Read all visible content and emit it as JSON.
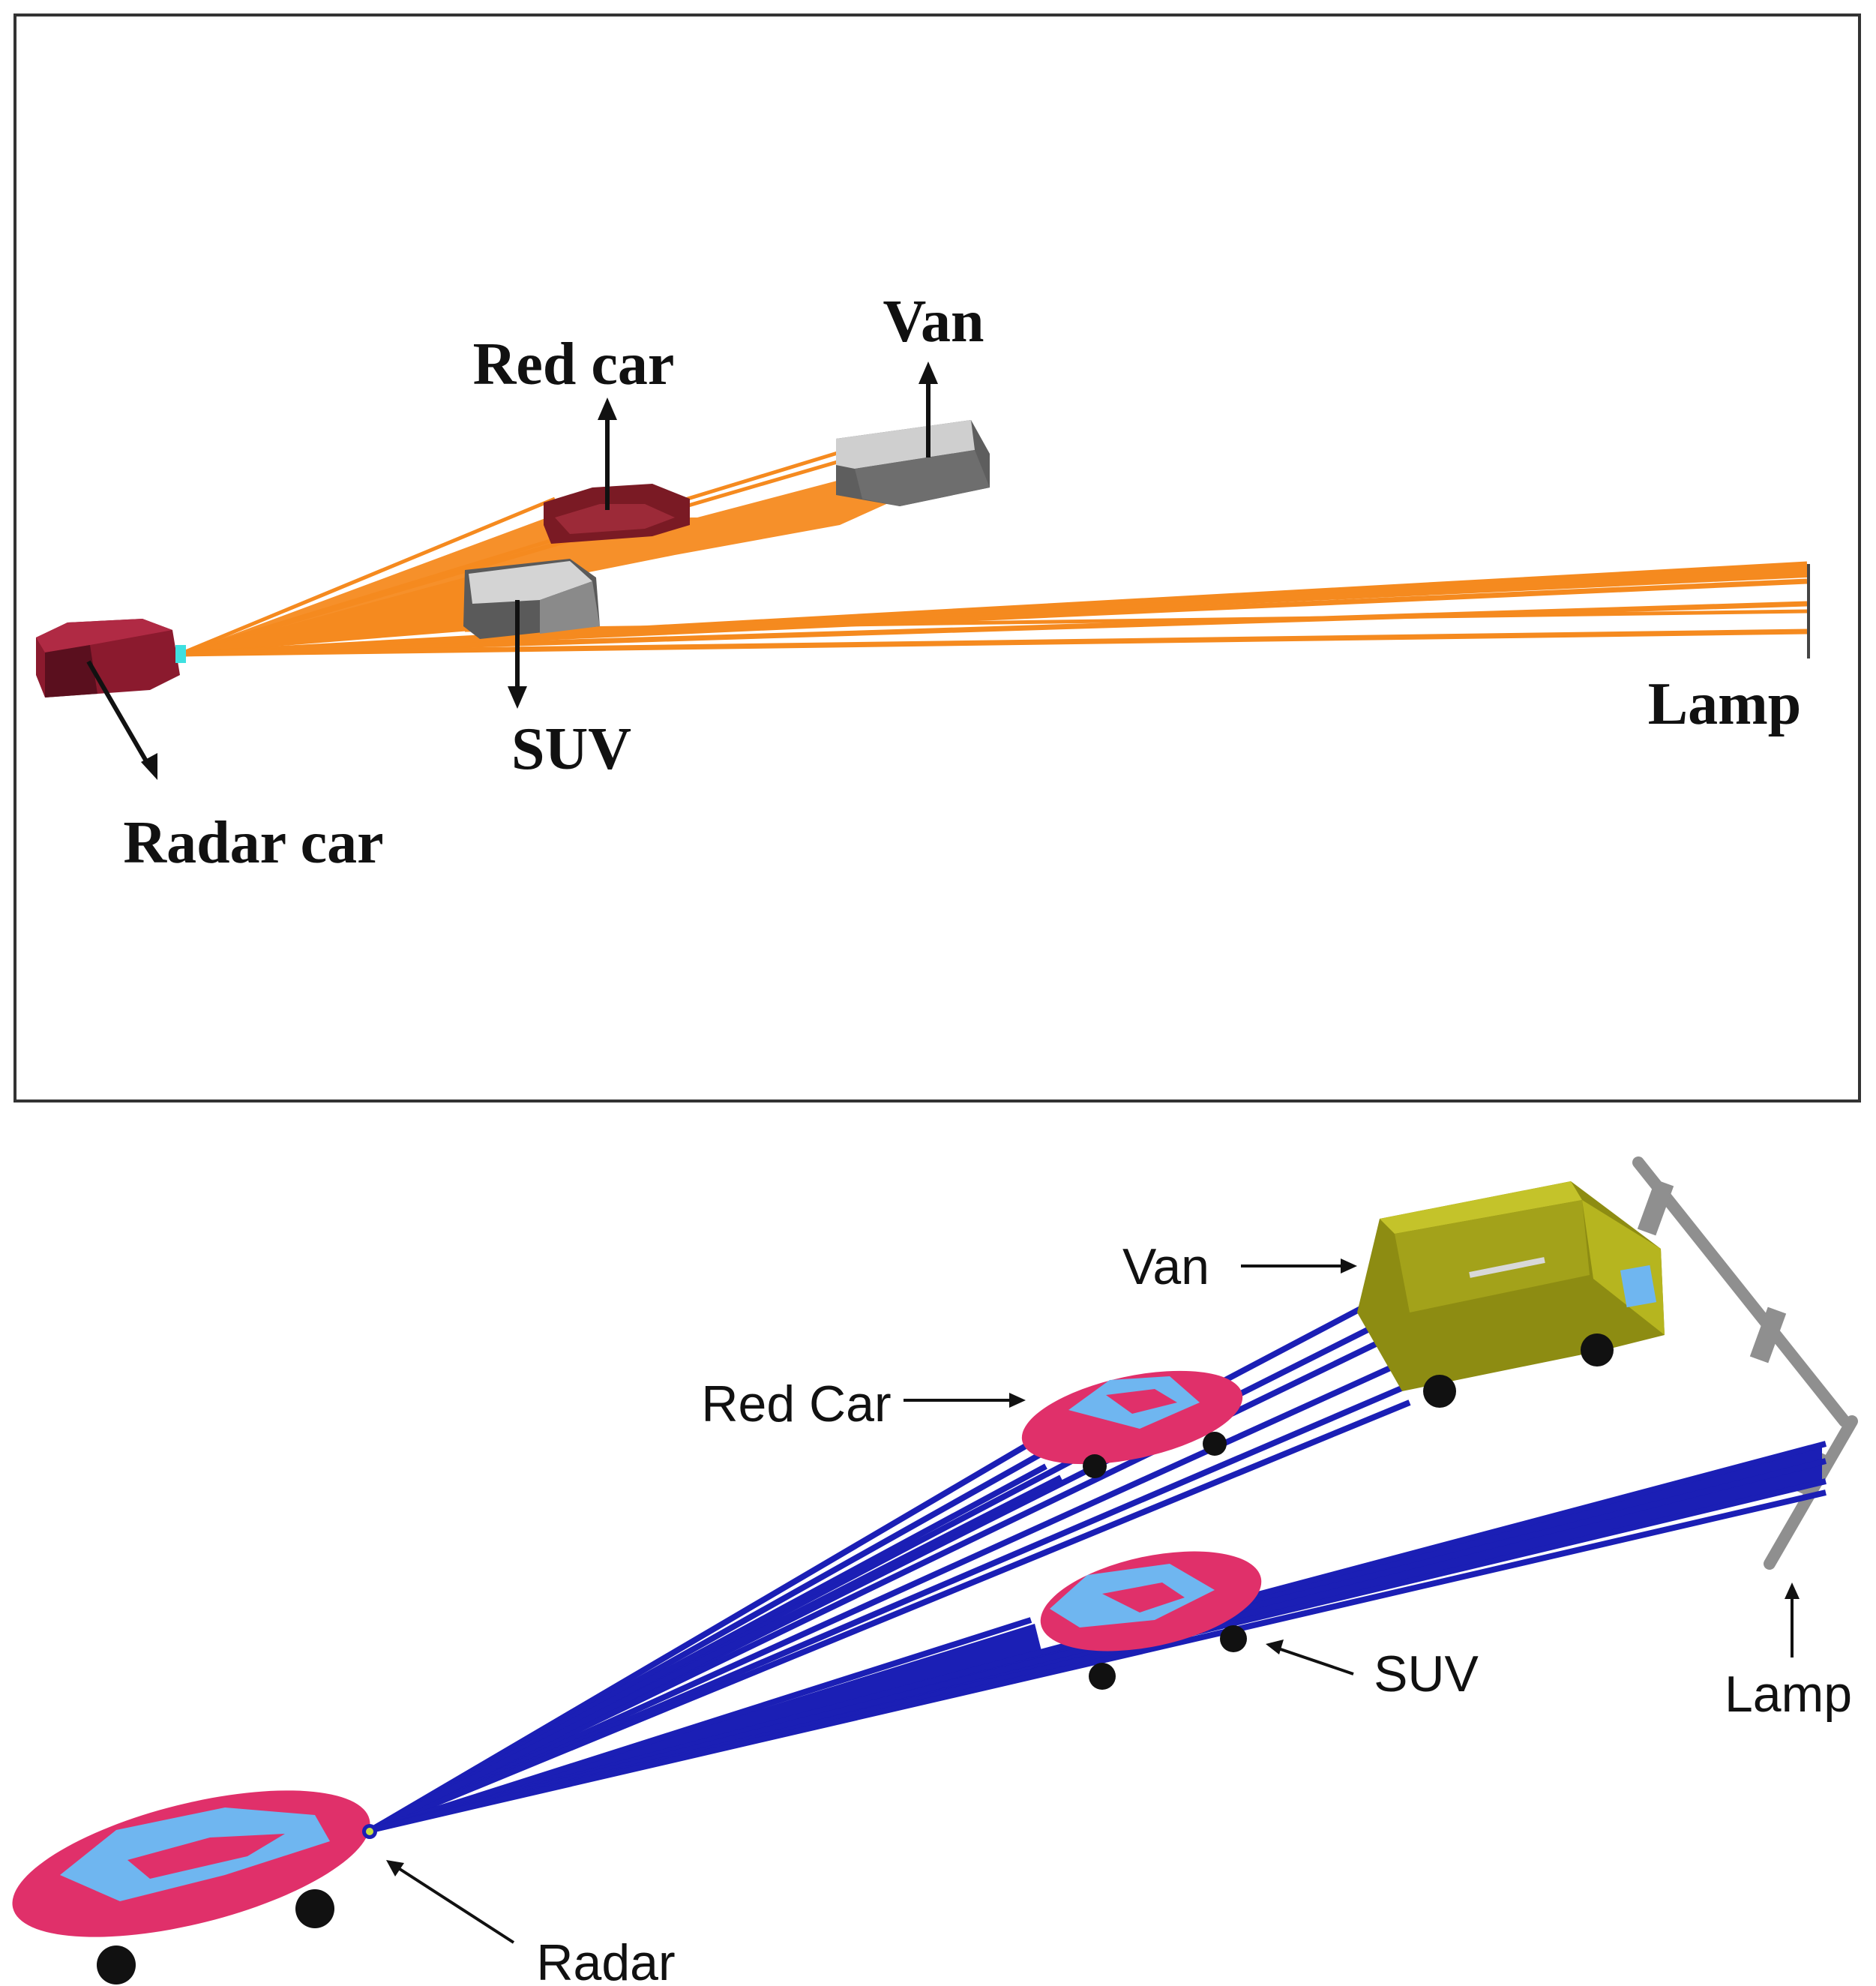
{
  "top_panel": {
    "labels": {
      "van": "Van",
      "red_car": "Red car",
      "suv": "SUV",
      "radar_car": "Radar car",
      "lamp": "Lamp"
    },
    "colors": {
      "rays": "#f58a1f",
      "radar_car": "#8b1a2e",
      "red_car": "#7a1a24",
      "van": "#b9b9b9",
      "suv": "#bdbdbd",
      "frame": "#222222"
    }
  },
  "bottom_panel": {
    "labels": {
      "van": "Van",
      "red_car": "Red Car",
      "suv": "SUV",
      "lamp": "Lamp",
      "radar": "Radar"
    },
    "colors": {
      "rays": "#1b1fb5",
      "cars": "#e0306a",
      "glass": "#6fb6f0",
      "van": "#a3a21a",
      "lamp": "#8f8f8f"
    }
  }
}
